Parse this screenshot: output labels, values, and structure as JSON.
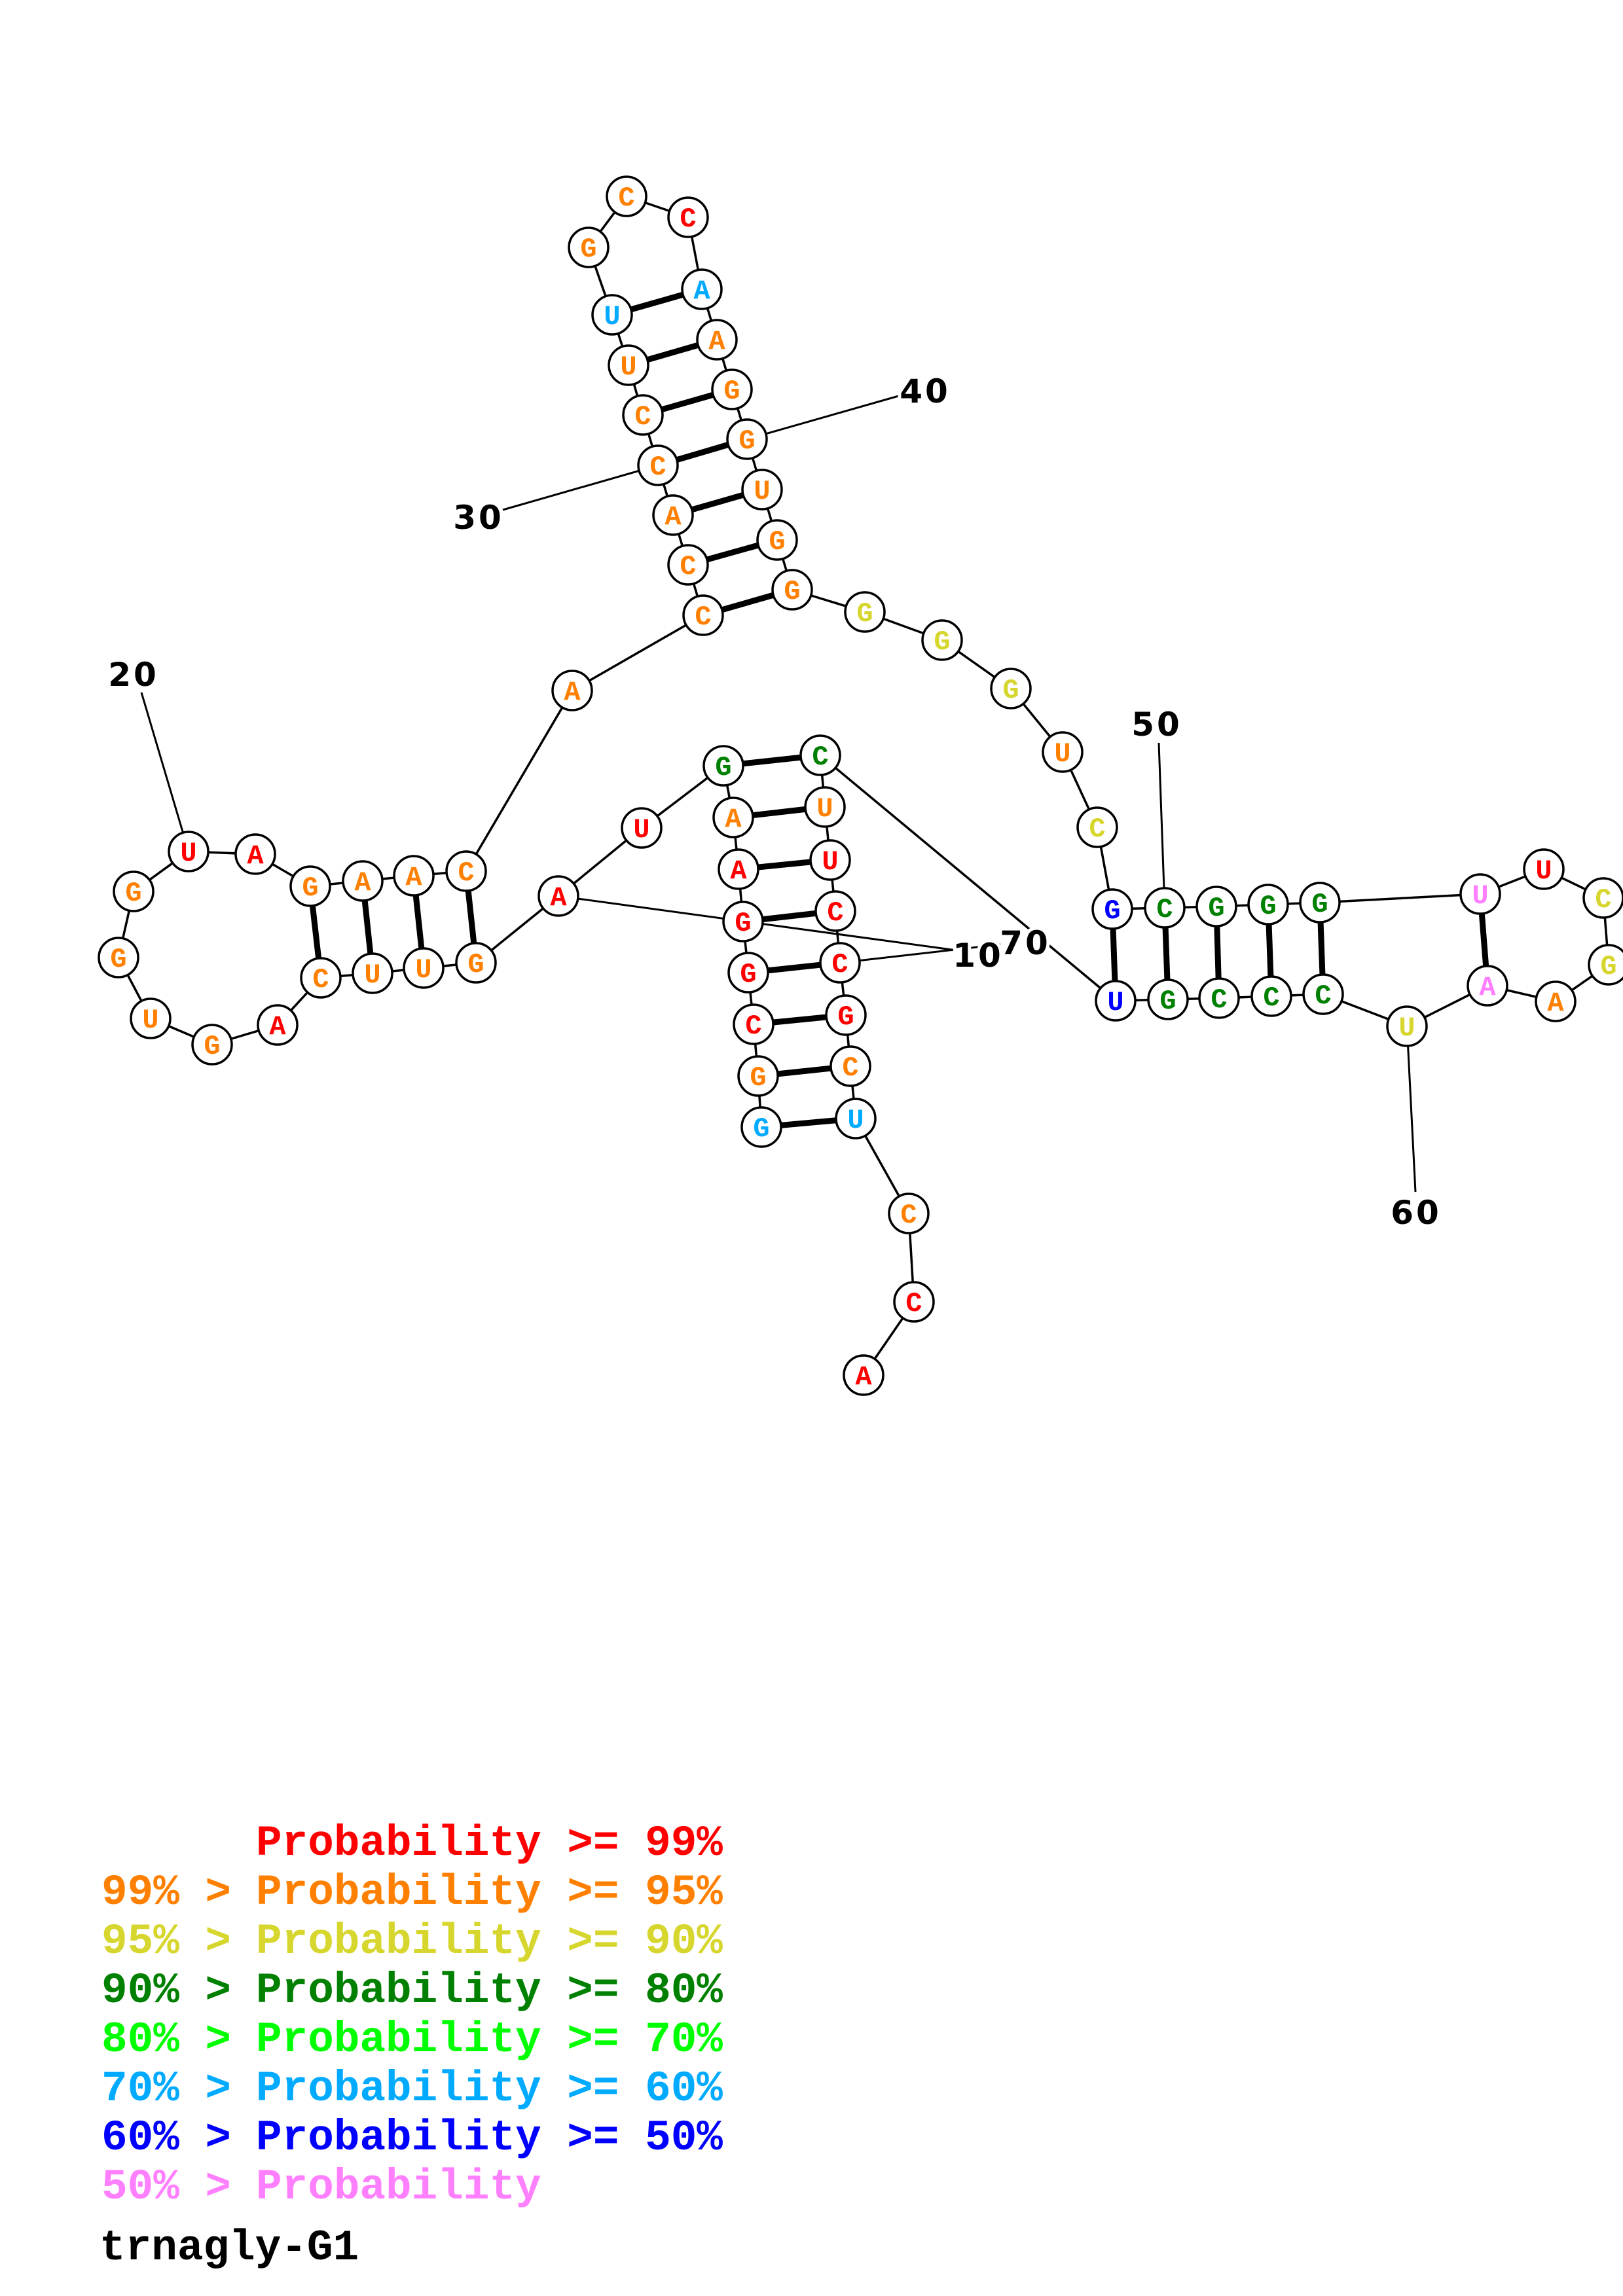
{
  "title": "trnagly-G1",
  "bin_colors": {
    "99": "#ff0000",
    "95": "#ff8000",
    "90": "#d6d62e",
    "80": "#008000",
    "70": "#00ff00",
    "60": "#00aaff",
    "50": "#0000ff",
    "lt50": "#ff80ff"
  },
  "nucleotides": [
    {
      "n": 1,
      "base": "G",
      "bin": "60"
    },
    {
      "n": 2,
      "base": "G",
      "bin": "95"
    },
    {
      "n": 3,
      "base": "C",
      "bin": "99"
    },
    {
      "n": 4,
      "base": "G",
      "bin": "99"
    },
    {
      "n": 5,
      "base": "G",
      "bin": "99"
    },
    {
      "n": 6,
      "base": "A",
      "bin": "99"
    },
    {
      "n": 7,
      "base": "A",
      "bin": "95"
    },
    {
      "n": 8,
      "base": "G",
      "bin": "80"
    },
    {
      "n": 9,
      "base": "U",
      "bin": "99"
    },
    {
      "n": 10,
      "base": "A",
      "bin": "99"
    },
    {
      "n": 11,
      "base": "G",
      "bin": "95"
    },
    {
      "n": 12,
      "base": "U",
      "bin": "95"
    },
    {
      "n": 13,
      "base": "U",
      "bin": "95"
    },
    {
      "n": 14,
      "base": "C",
      "bin": "95"
    },
    {
      "n": 15,
      "base": "A",
      "bin": "99"
    },
    {
      "n": 16,
      "base": "G",
      "bin": "95"
    },
    {
      "n": 17,
      "base": "U",
      "bin": "95"
    },
    {
      "n": 18,
      "base": "G",
      "bin": "95"
    },
    {
      "n": 19,
      "base": "G",
      "bin": "95"
    },
    {
      "n": 20,
      "base": "U",
      "bin": "99"
    },
    {
      "n": 21,
      "base": "A",
      "bin": "99"
    },
    {
      "n": 22,
      "base": "G",
      "bin": "95"
    },
    {
      "n": 23,
      "base": "A",
      "bin": "95"
    },
    {
      "n": 24,
      "base": "A",
      "bin": "95"
    },
    {
      "n": 25,
      "base": "C",
      "bin": "95"
    },
    {
      "n": 26,
      "base": "A",
      "bin": "95"
    },
    {
      "n": 27,
      "base": "C",
      "bin": "95"
    },
    {
      "n": 28,
      "base": "C",
      "bin": "95"
    },
    {
      "n": 29,
      "base": "A",
      "bin": "95"
    },
    {
      "n": 30,
      "base": "C",
      "bin": "95"
    },
    {
      "n": 31,
      "base": "C",
      "bin": "95"
    },
    {
      "n": 32,
      "base": "U",
      "bin": "95"
    },
    {
      "n": 33,
      "base": "U",
      "bin": "60"
    },
    {
      "n": 34,
      "base": "G",
      "bin": "95"
    },
    {
      "n": 35,
      "base": "C",
      "bin": "95"
    },
    {
      "n": 36,
      "base": "C",
      "bin": "99"
    },
    {
      "n": 37,
      "base": "A",
      "bin": "60"
    },
    {
      "n": 38,
      "base": "A",
      "bin": "95"
    },
    {
      "n": 39,
      "base": "G",
      "bin": "95"
    },
    {
      "n": 40,
      "base": "G",
      "bin": "95"
    },
    {
      "n": 41,
      "base": "U",
      "bin": "95"
    },
    {
      "n": 42,
      "base": "G",
      "bin": "95"
    },
    {
      "n": 43,
      "base": "G",
      "bin": "95"
    },
    {
      "n": 44,
      "base": "G",
      "bin": "90"
    },
    {
      "n": 45,
      "base": "G",
      "bin": "90"
    },
    {
      "n": 46,
      "base": "G",
      "bin": "90"
    },
    {
      "n": 47,
      "base": "U",
      "bin": "95"
    },
    {
      "n": 48,
      "base": "C",
      "bin": "90"
    },
    {
      "n": 49,
      "base": "G",
      "bin": "50"
    },
    {
      "n": 50,
      "base": "C",
      "bin": "80"
    },
    {
      "n": 51,
      "base": "G",
      "bin": "80"
    },
    {
      "n": 52,
      "base": "G",
      "bin": "80"
    },
    {
      "n": 53,
      "base": "G",
      "bin": "80"
    },
    {
      "n": 54,
      "base": "U",
      "bin": "lt50"
    },
    {
      "n": 55,
      "base": "U",
      "bin": "99"
    },
    {
      "n": 56,
      "base": "C",
      "bin": "90"
    },
    {
      "n": 57,
      "base": "G",
      "bin": "90"
    },
    {
      "n": 58,
      "base": "A",
      "bin": "95"
    },
    {
      "n": 59,
      "base": "A",
      "bin": "lt50"
    },
    {
      "n": 60,
      "base": "U",
      "bin": "90"
    },
    {
      "n": 61,
      "base": "C",
      "bin": "80"
    },
    {
      "n": 62,
      "base": "C",
      "bin": "80"
    },
    {
      "n": 63,
      "base": "C",
      "bin": "80"
    },
    {
      "n": 64,
      "base": "G",
      "bin": "80"
    },
    {
      "n": 65,
      "base": "U",
      "bin": "50"
    },
    {
      "n": 66,
      "base": "C",
      "bin": "80"
    },
    {
      "n": 67,
      "base": "U",
      "bin": "95"
    },
    {
      "n": 68,
      "base": "U",
      "bin": "99"
    },
    {
      "n": 69,
      "base": "C",
      "bin": "99"
    },
    {
      "n": 70,
      "base": "C",
      "bin": "99"
    },
    {
      "n": 71,
      "base": "G",
      "bin": "99"
    },
    {
      "n": 72,
      "base": "C",
      "bin": "95"
    },
    {
      "n": 73,
      "base": "U",
      "bin": "60"
    },
    {
      "n": 74,
      "base": "C",
      "bin": "95"
    },
    {
      "n": 75,
      "base": "C",
      "bin": "99"
    },
    {
      "n": 76,
      "base": "A",
      "bin": "99"
    }
  ],
  "pairs": [
    [
      1,
      73
    ],
    [
      2,
      72
    ],
    [
      3,
      71
    ],
    [
      4,
      70
    ],
    [
      5,
      69
    ],
    [
      6,
      68
    ],
    [
      7,
      67
    ],
    [
      8,
      66
    ],
    [
      11,
      25
    ],
    [
      12,
      24
    ],
    [
      13,
      23
    ],
    [
      14,
      22
    ],
    [
      27,
      43
    ],
    [
      28,
      42
    ],
    [
      29,
      41
    ],
    [
      30,
      40
    ],
    [
      31,
      39
    ],
    [
      32,
      38
    ],
    [
      33,
      37
    ],
    [
      49,
      65
    ],
    [
      50,
      64
    ],
    [
      51,
      63
    ],
    [
      52,
      62
    ],
    [
      53,
      61
    ],
    [
      54,
      59
    ]
  ],
  "position_labels": [
    {
      "n": 10,
      "text": "10"
    },
    {
      "n": 20,
      "text": "20"
    },
    {
      "n": 30,
      "text": "30"
    },
    {
      "n": 40,
      "text": "40"
    },
    {
      "n": 50,
      "text": "50"
    },
    {
      "n": 60,
      "text": "60"
    },
    {
      "n": 70,
      "text": "70"
    }
  ],
  "legend": [
    {
      "prefix": "",
      "label": "Probability >= 99%",
      "bin": "99"
    },
    {
      "prefix": "99% >",
      "label": "Probability >= 95%",
      "bin": "95"
    },
    {
      "prefix": "95% >",
      "label": "Probability >= 90%",
      "bin": "90"
    },
    {
      "prefix": "90% >",
      "label": "Probability >= 80%",
      "bin": "80"
    },
    {
      "prefix": "80% >",
      "label": "Probability >= 70%",
      "bin": "70"
    },
    {
      "prefix": "70% >",
      "label": "Probability >= 60%",
      "bin": "60"
    },
    {
      "prefix": "60% >",
      "label": "Probability >= 50%",
      "bin": "50"
    },
    {
      "prefix": "50% >",
      "label": "Probability",
      "bin": "lt50"
    }
  ]
}
